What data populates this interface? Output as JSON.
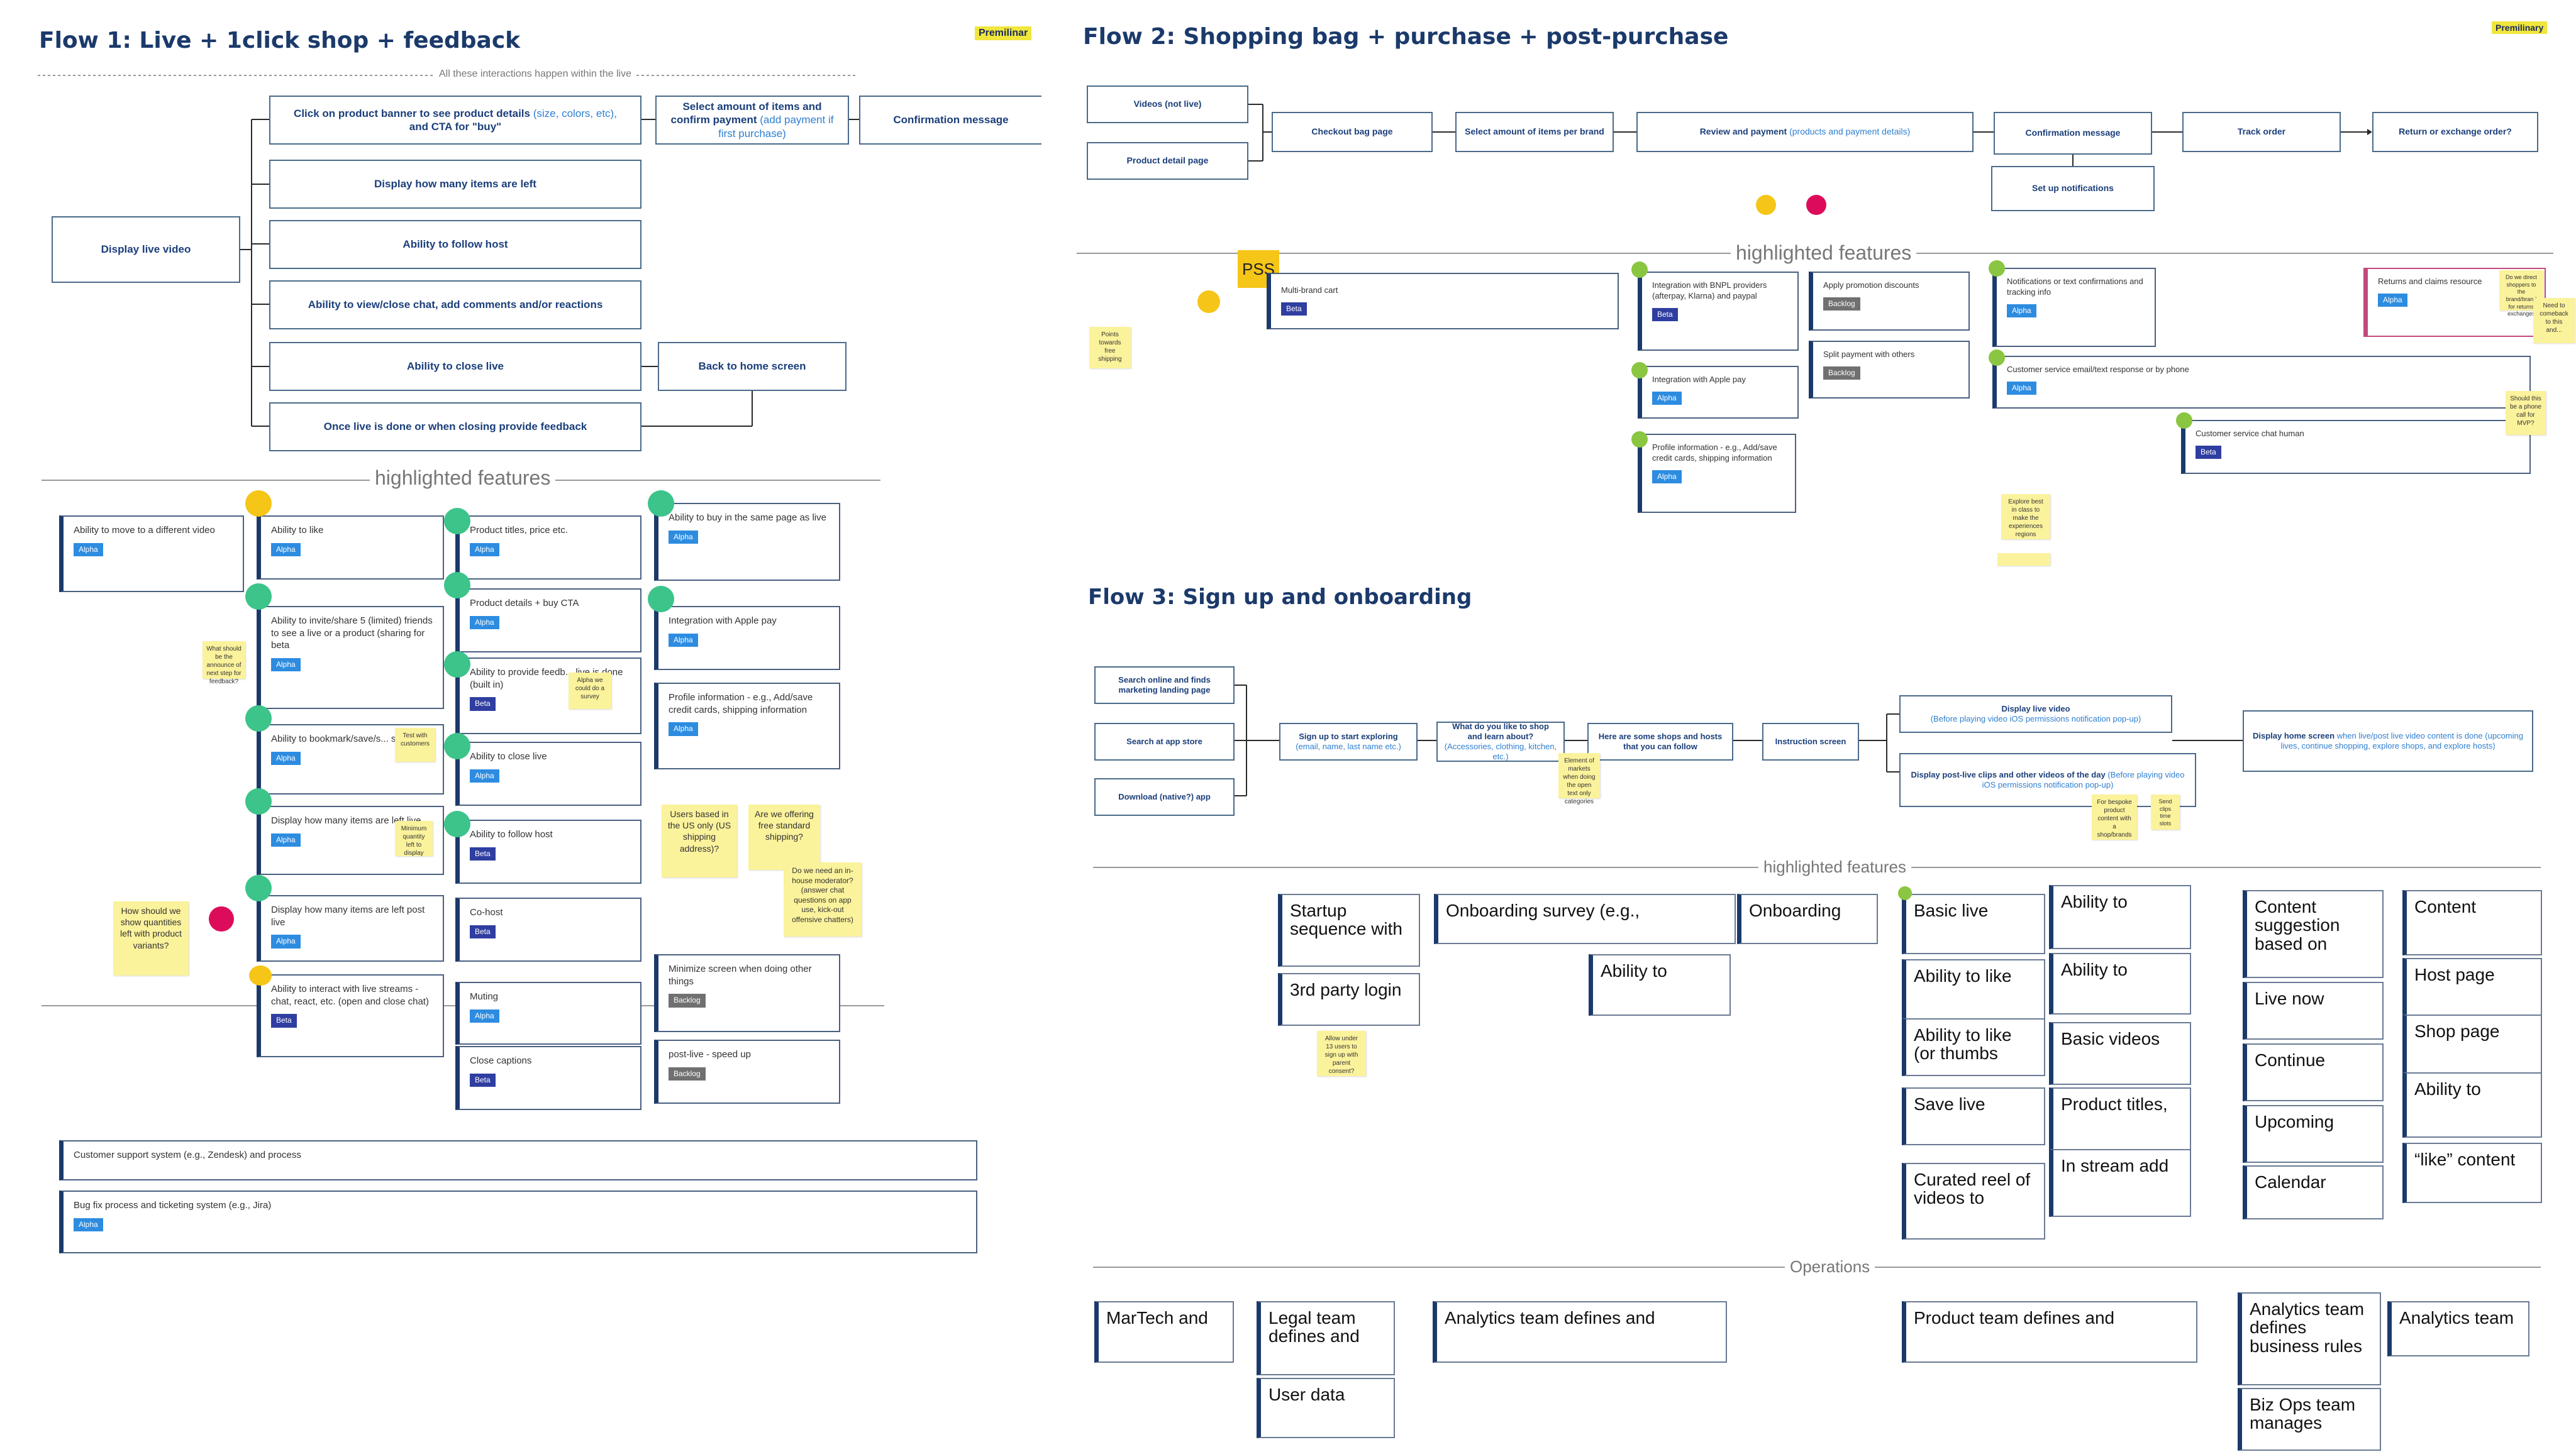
{
  "flow1": {
    "title": "Flow 1: Live + 1click shop + feedback",
    "tag": "Premilinar",
    "note": "All these interactions happen within the live",
    "start": "Display live video",
    "step_banner_a": "Click on product banner to see product details",
    "step_banner_b": "(size, colors, etc),",
    "step_banner_c": "and CTA for \"buy\"",
    "step_select_a": "Select amount of items and confirm payment",
    "step_select_b": "(add payment if first purchase)",
    "step_confirm": "Confirmation message",
    "step_items_left": "Display how many items are left",
    "step_follow": "Ability to follow host",
    "step_chat": "Ability to view/close chat, add comments and/or reactions",
    "step_close": "Ability to close live",
    "step_home": "Back to home screen",
    "step_feedback": "Once live is done or when closing provide feedback",
    "highlighted": "highlighted features",
    "features": [
      {
        "text": "Ability to move to a different video",
        "badge": "Alpha"
      },
      {
        "text": "Ability to like",
        "badge": "Alpha"
      },
      {
        "text": "Ability to invite/share 5 (limited) friends to see a live or a product (sharing for beta",
        "badge": "Alpha"
      },
      {
        "text": "Ability to bookmark/save/s... streams",
        "badge": "Alpha"
      },
      {
        "text": "Display how many items are left live",
        "badge": "Alpha"
      },
      {
        "text": "Display how many items are left post live",
        "badge": "Alpha"
      },
      {
        "text": "Ability to interact with live streams - chat, react, etc. (open and close chat)",
        "badge": "Beta"
      },
      {
        "text": "Product titles, price etc.",
        "badge": "Alpha"
      },
      {
        "text": "Product details + buy CTA",
        "badge": "Alpha"
      },
      {
        "text": "Ability to provide feedb... live is done (built in)",
        "badge": "Beta"
      },
      {
        "text": "Ability to close live",
        "badge": "Alpha"
      },
      {
        "text": "Ability to follow host",
        "badge": "Beta"
      },
      {
        "text": "Co-host",
        "badge": "Beta"
      },
      {
        "text": "Muting",
        "badge": "Alpha"
      },
      {
        "text": "Close captions",
        "badge": "Beta"
      },
      {
        "text": "Ability to buy in the same page as live",
        "badge": "Alpha"
      },
      {
        "text": "Integration with Apple pay",
        "badge": "Alpha"
      },
      {
        "text": "Profile information - e.g., Add/save credit cards, shipping information",
        "badge": "Alpha"
      },
      {
        "text": "Minimize screen when doing other things",
        "badge": "Backlog"
      },
      {
        "text": "post-live - speed up",
        "badge": "Backlog"
      }
    ],
    "support": "Customer support system (e.g., Zendesk) and process",
    "bugfix": "Bug fix process and ticketing system (e.g., Jira)",
    "bugfix_badge": "Alpha",
    "stickies": {
      "s1": "What should be the announce of next step for feedback?",
      "s2": "Test with customers",
      "s3": "Minimum quantity left to display",
      "s4": "How should we show quantities left with product variants?",
      "s5": "Alpha we could do a survey",
      "s6": "Users based in the US only (US shipping address)?",
      "s7": "Are we offering free standard shipping?",
      "s8": "Do we need an in-house moderator? (answer chat questions on app use, kick-out offensive chatters)"
    }
  },
  "flow2": {
    "title": "Flow 2: Shopping bag + purchase + post-purchase",
    "tag": "Premilinary",
    "videos": "Videos (not live)",
    "pdp": "Product detail page",
    "checkout": "Checkout bag page",
    "select": "Select amount of items per brand",
    "review_a": "Review and payment",
    "review_b": "(products and payment details)",
    "confirm": "Confirmation message",
    "notif": "Set up notifications",
    "track": "Track order",
    "ret": "Return or exchange order?",
    "highlighted": "highlighted features",
    "pss": "PSS",
    "points": "Points towards free shipping",
    "features": [
      {
        "text": "Multi-brand cart",
        "badge": "Beta"
      },
      {
        "text": "Integration with BNPL providers (afterpay, Klarna) and paypal",
        "badge": "Beta"
      },
      {
        "text": "Integration with Apple pay",
        "badge": "Alpha"
      },
      {
        "text": "Profile information - e.g., Add/save credit cards, shipping information",
        "badge": "Alpha"
      },
      {
        "text": "Apply promotion discounts",
        "badge": "Backlog"
      },
      {
        "text": "Split payment with others",
        "badge": "Backlog"
      },
      {
        "text": "Notifications or text confirmations and tracking info",
        "badge": "Alpha"
      },
      {
        "text": "Customer service email/text response or by phone",
        "badge": "Alpha"
      },
      {
        "text": "Customer service chat human",
        "badge": "Beta"
      },
      {
        "text": "Returns and claims resource",
        "badge": "Alpha"
      }
    ],
    "stickies": {
      "s1": "Do we direct shoppers to the brand/brand for returns exchanges",
      "s2": "Need to comeback to this and...",
      "s3": "Should this be a phone call for MVP?",
      "s4": "Explore best in class to make the experiences regions"
    }
  },
  "flow3": {
    "title": "Flow 3: Sign up and onboarding",
    "search": "Search online and finds marketing landing page",
    "appstore": "Search at app store",
    "download": "Download (native?) app",
    "signup_a": "Sign up to start exploring",
    "signup_b": "(email, name, last name etc.)",
    "what_a": "What do you like to shop and learn about?",
    "what_b": "(Accessories, clothing, kitchen, etc.)",
    "shops": "Here are some shops and hosts that you can follow",
    "instruction": "Instruction screen",
    "live_a": "Display live video",
    "live_b": "(Before playing video iOS permissions notification pop-up)",
    "clips_a": "Display post-live clips and other videos of the day",
    "clips_b": "(Before playing video iOS permissions notification pop-up)",
    "home_a": "Display home screen",
    "home_b": "when live/post live video content is done (upcoming lives, continue shopping, explore shops, and explore hosts)",
    "highlighted": "highlighted features",
    "features": [
      "Startup sequence with",
      "3rd party login",
      "Onboarding survey (e.g.,",
      "Ability to",
      "Onboarding",
      "Basic live",
      "Ability to like",
      "Ability to like (or thumbs",
      "Save live",
      "Curated reel of videos to",
      "Ability to",
      "Ability to",
      "Basic videos",
      "Product titles,",
      "In stream add",
      "Content suggestion based on",
      "Live now",
      "Continue",
      "Upcoming",
      "Calendar",
      "Content",
      "Host  page",
      "Shop page",
      "Ability to",
      "“like” content"
    ],
    "operations": "Operations",
    "ops": [
      "MarTech and",
      "Legal team defines and",
      "User data",
      "Analytics team defines and",
      "Product team defines and",
      "Analytics team defines business rules",
      "Biz Ops team manages",
      "Analytics team"
    ],
    "stickies": {
      "s1": "Element of markets when doing the open text only categories",
      "s2": "Allow under 13 users to sign up with parent consent?",
      "s3": "For bespoke product content with a shop/brands",
      "s4": "Send clips time slots"
    }
  },
  "colors": {
    "teal": "#3cc48a",
    "gold": "#f5c518",
    "pink": "#dd0c5a",
    "lime": "#8ac641",
    "alpha": "#2d8ce0",
    "beta": "#2f3ea0",
    "backlog": "#707070",
    "sticky": "#fbf29c",
    "navy": "#1b3a6b"
  }
}
